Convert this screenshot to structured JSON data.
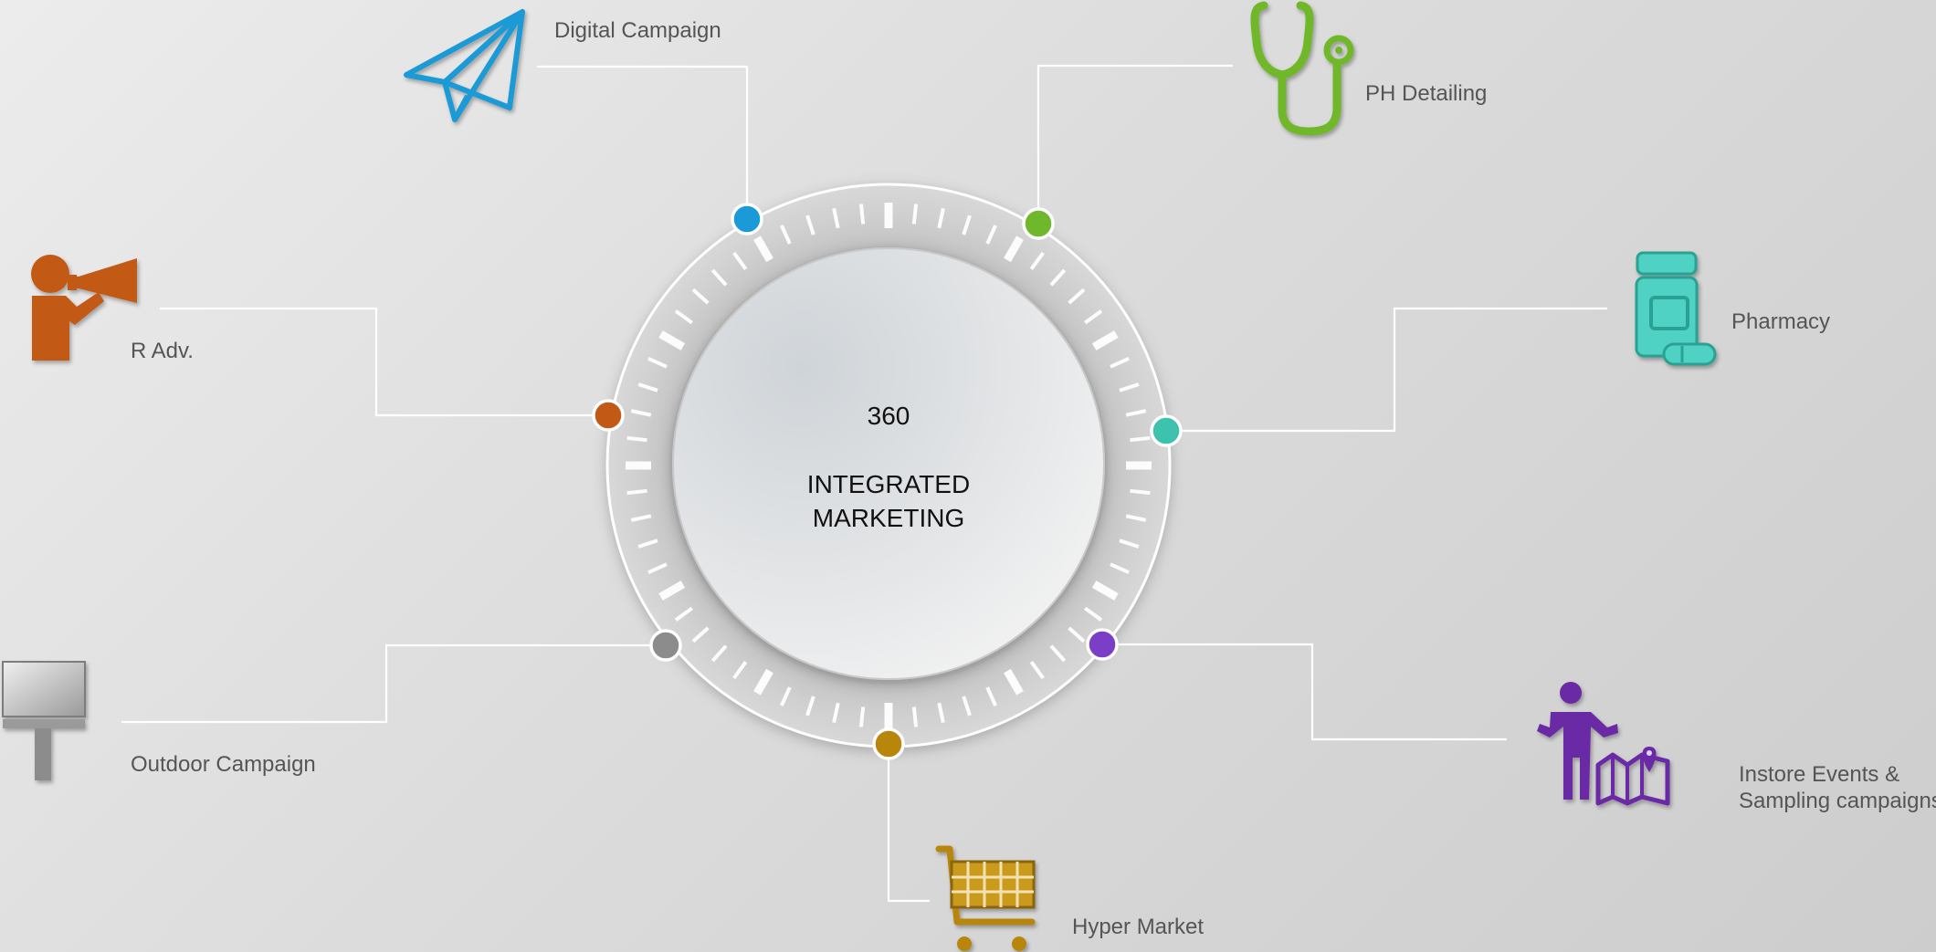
{
  "center": {
    "number": "360",
    "title_line1": "INTEGRATED",
    "title_line2": "MARKETING"
  },
  "items": [
    {
      "id": "digital-campaign",
      "label": "Digital Campaign",
      "color": "#1a9ad6",
      "icon": "paper-plane-icon"
    },
    {
      "id": "ph-detailing",
      "label": "PH Detailing",
      "color": "#6fb82c",
      "icon": "stethoscope-icon"
    },
    {
      "id": "pharmacy",
      "label": "Pharmacy",
      "color": "#3cc2ad",
      "icon": "medicine-bottle-icon"
    },
    {
      "id": "instore-events",
      "label_line1": "Instore Events &",
      "label_line2": "Sampling campaigns",
      "color": "#7b3ec7",
      "icon": "person-map-icon"
    },
    {
      "id": "hyper-market",
      "label": "Hyper Market",
      "color": "#b8860b",
      "icon": "shopping-cart-icon"
    },
    {
      "id": "outdoor-campaign",
      "label": "Outdoor Campaign",
      "color": "#8c8c8c",
      "icon": "billboard-icon"
    },
    {
      "id": "r-adv",
      "label": "R Adv.",
      "color": "#c25a16",
      "icon": "megaphone-person-icon"
    }
  ]
}
